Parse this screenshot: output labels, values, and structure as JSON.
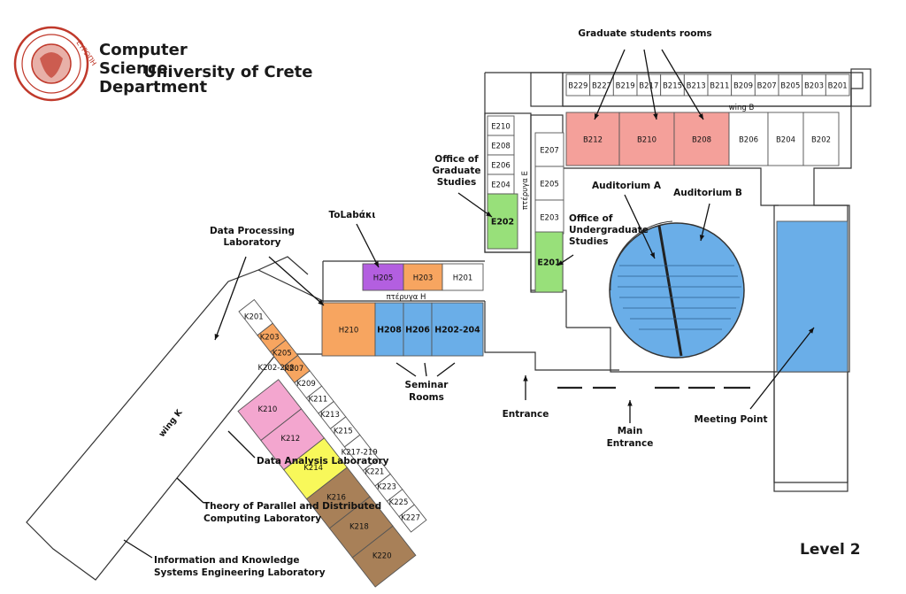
{
  "header": {
    "title_line1": "Computer Science Department",
    "title_line2": "University of Crete",
    "seal_text": "ΕΥΡΩΠΗ"
  },
  "level": "Level 2",
  "colors": {
    "graduate_rooms": "#f4a09a",
    "orange": "#f7a560",
    "blue": "#6aaee8",
    "green": "#98e07a",
    "purple": "#b35fe0",
    "pink": "#f3a6cf",
    "yellow": "#f8f85a",
    "brown": "#a88058",
    "seal": "#c0392b"
  },
  "rooms": {
    "b_top": [
      "B229",
      "B227",
      "B219",
      "B217",
      "B215",
      "B213",
      "B211",
      "B209",
      "B207",
      "B205",
      "B203",
      "B201"
    ],
    "b_main": [
      "B212",
      "B210",
      "B208",
      "B206",
      "B204",
      "B202"
    ],
    "e_col1": [
      "E210",
      "E208",
      "E206",
      "E204"
    ],
    "e_col2": [
      "E207",
      "E205",
      "E203"
    ],
    "e202": "E202",
    "e201": "E201",
    "h_top": [
      "H205",
      "H203",
      "H201"
    ],
    "h_bottom": [
      "H210",
      "H208",
      "H206",
      "H202-204"
    ],
    "k_rooms": [
      "K201",
      "K203",
      "K205",
      "K207",
      "K209",
      "K211",
      "K213",
      "K215",
      "K217-219",
      "K221",
      "K223",
      "K225",
      "K227"
    ],
    "k202": "K202-208",
    "k_big": [
      "K210",
      "K212",
      "K214",
      "K216",
      "K218",
      "K220"
    ]
  },
  "wings": {
    "b": "wing B",
    "e": "πτέρυγα Ε",
    "h": "πτέρυγα Η",
    "k": "wing K"
  },
  "labels": {
    "grad_students": "Graduate students rooms",
    "office_grad": [
      "Office of",
      "Graduate",
      "Studies"
    ],
    "office_undergrad": [
      "Office of",
      "Undergraduate",
      "Studies"
    ],
    "auditorium_a": "Auditorium A",
    "auditorium_b": "Auditorium B",
    "tolabaki": "ToLabάκι",
    "data_processing": [
      "Data Processing",
      "Laboratory"
    ],
    "seminar": [
      "Seminar",
      "Rooms"
    ],
    "entrance": "Entrance",
    "main_entrance": [
      "Main",
      "Entrance"
    ],
    "meeting_point": "Meeting Point",
    "data_analysis": "Data Analysis Laboratory",
    "theory_parallel": [
      "Theory of Parallel and Distributed",
      "Computing Laboratory"
    ],
    "info_knowledge": [
      "Information and Knowledge",
      "Systems Engineering Laboratory"
    ]
  }
}
